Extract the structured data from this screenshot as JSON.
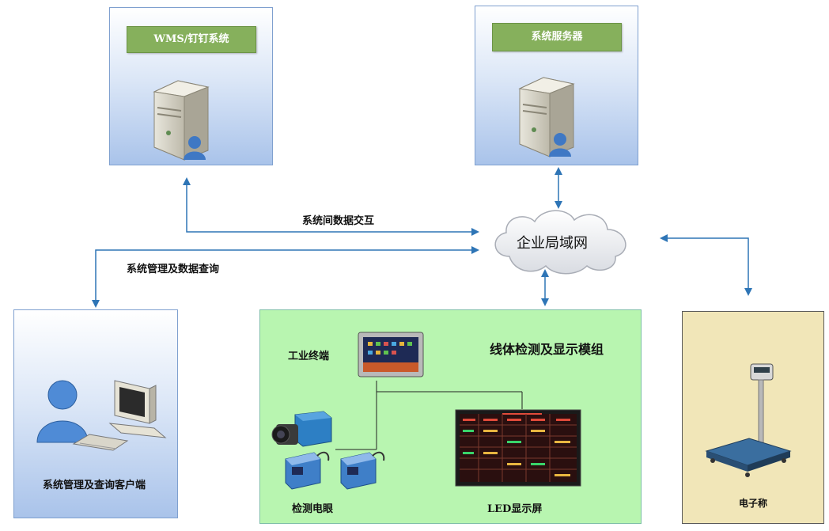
{
  "nodes": {
    "wms": "WMS/钉钉系统",
    "server": "系统服务器",
    "cloud": "企业局域网",
    "client": "系统管理及查询客户端",
    "module": "线体检测及显示模组",
    "terminal": "工业终端",
    "sensor": "检测电眼",
    "led": "LED显示屏",
    "scale": "电子称"
  },
  "edges": {
    "data_exchange": "系统间数据交互",
    "mgmt_query": "系统管理及数据查询"
  },
  "colors": {
    "arrow": "#2e75b6",
    "green_panel": "#b8f5b0",
    "scale_panel": "#f1e6b8",
    "label_green": "#86b05c"
  }
}
